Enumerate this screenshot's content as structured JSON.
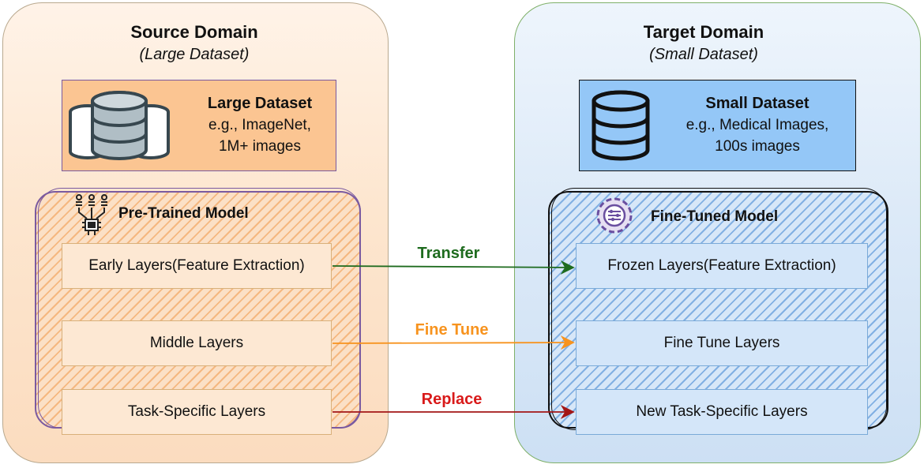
{
  "source_domain": {
    "title": "Source Domain",
    "subtitle": "(Large Dataset)",
    "dataset": {
      "title": "Large Dataset",
      "line1": "e.g., ImageNet,",
      "line2": "1M+ images",
      "icon": "database-stack-icon"
    },
    "model": {
      "title": "Pre-Trained Model",
      "icon": "neural-chip-icon",
      "layers": [
        "Early Layers(Feature Extraction)",
        "Middle Layers",
        "Task-Specific Layers"
      ]
    }
  },
  "target_domain": {
    "title": "Target Domain",
    "subtitle": "(Small Dataset)",
    "dataset": {
      "title": "Small Dataset",
      "line1": "e.g., Medical Images,",
      "line2": "100s images",
      "icon": "database-icon"
    },
    "model": {
      "title": "Fine-Tuned Model",
      "icon": "gear-sliders-icon",
      "layers": [
        "Frozen Layers(Feature Extraction)",
        "Fine Tune Layers",
        "New Task-Specific Layers"
      ]
    }
  },
  "connections": [
    {
      "label": "Transfer",
      "color": "#1e6b1e"
    },
    {
      "label": "Fine Tune",
      "color": "#f7931e"
    },
    {
      "label": "Replace",
      "color": "#d91a1a"
    }
  ],
  "colors": {
    "source_accent": "#fbc592",
    "target_accent": "#94c7f7"
  }
}
